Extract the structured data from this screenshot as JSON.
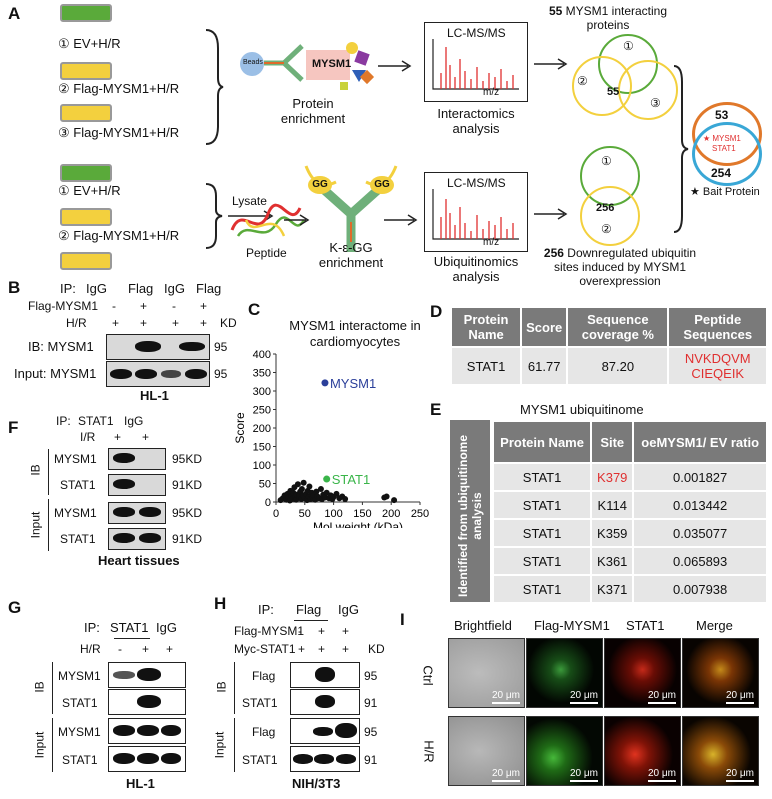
{
  "panelA": {
    "label": "A",
    "conditions_top": [
      "① EV+H/R",
      "② Flag-MYSM1+H/R",
      "③ Flag-MYSM1+H/R"
    ],
    "conditions_bottom": [
      "① EV+H/R",
      "② Flag-MYSM1+H/R"
    ],
    "beads_label": "Beads",
    "mysm1_label": "MYSM1",
    "protein_enrichment": "Protein enrichment",
    "lcms": "LC-MS/MS",
    "mz": "m/z",
    "interactomics": "Interactomics analysis",
    "ubiquitinomics": "Ubiquitinomics analysis",
    "venn_top_title_num": "55",
    "venn_top_title_text": "MYSM1 interacting proteins",
    "venn_top_center": "55",
    "venn_labels": [
      "①",
      "②",
      "③"
    ],
    "lysate": "Lysate",
    "peptide": "Peptide",
    "gg": "GG",
    "kegg": "K-ε-GG enrichment",
    "venn_bottom_center": "256",
    "venn_bottom_caption_num": "256",
    "venn_bottom_caption_text": "Downregulated ubiquitin sites induced by MYSM1 overexpression",
    "final_venn_top": "53",
    "final_venn_mid1": "★ MYSM1",
    "final_venn_mid2": "STAT1",
    "final_venn_bottom": "254",
    "bait_note": "★ Bait Protein",
    "colors": {
      "green": "#5aaa3a",
      "yellow": "#f3d03e",
      "orange": "#e0782a",
      "blue": "#39a7d6",
      "red": "#e03030"
    }
  },
  "panelB": {
    "label": "B",
    "ip_label": "IP:",
    "ip_cols": [
      "IgG",
      "Flag",
      "IgG",
      "Flag"
    ],
    "row1_label": "Flag-MYSM1",
    "row1_vals": [
      "-",
      "+",
      "-",
      "+"
    ],
    "row2_label": "H/R",
    "row2_vals": [
      "+",
      "+",
      "+",
      "+"
    ],
    "kd": "KD",
    "ib_label": "IB: MYSM1",
    "ib_kd": "95",
    "input_label": "Input: MYSM1",
    "input_kd": "95",
    "cell": "HL-1"
  },
  "panelC": {
    "label": "C",
    "title1": "MYSM1 interactome in",
    "title2": "cardiomyocytes",
    "ylabel": "Score",
    "xlabel": "Mol.weight (kDa)",
    "mysm1_label": "MYSM1",
    "stat1_label": "STAT1"
  },
  "chart_data": {
    "type": "scatter",
    "title": "MYSM1 interactome in cardiomyocytes",
    "xlabel": "Mol.weight (kDa)",
    "ylabel": "Score",
    "xlim": [
      0,
      250
    ],
    "ylim": [
      0,
      400
    ],
    "xticks": [
      0,
      50,
      100,
      150,
      200,
      250
    ],
    "yticks": [
      0,
      50,
      100,
      150,
      200,
      250,
      300,
      350,
      400
    ],
    "highlight": [
      {
        "name": "MYSM1",
        "x": 85,
        "y": 322,
        "color": "#2b3f9a"
      },
      {
        "name": "STAT1",
        "x": 88,
        "y": 62,
        "color": "#3ab54a"
      }
    ],
    "points": [
      [
        8,
        5
      ],
      [
        12,
        10
      ],
      [
        15,
        18
      ],
      [
        18,
        6
      ],
      [
        20,
        22
      ],
      [
        22,
        12
      ],
      [
        24,
        4
      ],
      [
        25,
        30
      ],
      [
        27,
        15
      ],
      [
        28,
        8
      ],
      [
        30,
        25
      ],
      [
        32,
        40
      ],
      [
        33,
        12
      ],
      [
        35,
        6
      ],
      [
        36,
        20
      ],
      [
        38,
        48
      ],
      [
        40,
        15
      ],
      [
        42,
        28
      ],
      [
        44,
        8
      ],
      [
        45,
        35
      ],
      [
        47,
        18
      ],
      [
        48,
        52
      ],
      [
        50,
        10
      ],
      [
        52,
        22
      ],
      [
        54,
        5
      ],
      [
        55,
        30
      ],
      [
        57,
        14
      ],
      [
        58,
        42
      ],
      [
        60,
        8
      ],
      [
        62,
        25
      ],
      [
        64,
        12
      ],
      [
        65,
        18
      ],
      [
        68,
        6
      ],
      [
        70,
        28
      ],
      [
        72,
        15
      ],
      [
        75,
        10
      ],
      [
        78,
        35
      ],
      [
        80,
        8
      ],
      [
        82,
        20
      ],
      [
        85,
        12
      ],
      [
        88,
        25
      ],
      [
        92,
        10
      ],
      [
        95,
        18
      ],
      [
        98,
        8
      ],
      [
        100,
        14
      ],
      [
        105,
        22
      ],
      [
        110,
        10
      ],
      [
        115,
        15
      ],
      [
        120,
        8
      ],
      [
        188,
        12
      ],
      [
        192,
        15
      ],
      [
        205,
        5
      ]
    ]
  },
  "panelD": {
    "label": "D",
    "headers": [
      "Protein Name",
      "Score",
      "Sequence coverage %",
      "Peptide Sequences"
    ],
    "row": [
      "STAT1",
      "61.77",
      "87.20"
    ],
    "peptides": [
      "NVKDQVM",
      "CIEQEIK"
    ]
  },
  "panelE": {
    "label": "E",
    "title": "MYSM1 ubiquitinome",
    "side_label": "Identified from ubiquitinome analysis",
    "headers": [
      "Protein Name",
      "Site",
      "oeMYSM1/ EV ratio"
    ],
    "rows": [
      [
        "STAT1",
        "K379",
        "0.001827"
      ],
      [
        "STAT1",
        "K114",
        "0.013442"
      ],
      [
        "STAT1",
        "K359",
        "0.035077"
      ],
      [
        "STAT1",
        "K361",
        "0.065893"
      ],
      [
        "STAT1",
        "K371",
        "0.007938"
      ]
    ]
  },
  "panelF": {
    "label": "F",
    "ip_label": "IP:",
    "ip_cols": [
      "STAT1",
      "IgG"
    ],
    "ir_label": "I/R",
    "ir_vals": [
      "+",
      "+"
    ],
    "ib": "IB",
    "input": "Input",
    "rows": [
      "MYSM1",
      "STAT1",
      "MYSM1",
      "STAT1"
    ],
    "kds": [
      "95KD",
      "91KD",
      "95KD",
      "91KD"
    ],
    "caption": "Heart tissues"
  },
  "panelG": {
    "label": "G",
    "ip_label": "IP:",
    "ip_cols": [
      "STAT1",
      "IgG"
    ],
    "hr_label": "H/R",
    "hr_vals": [
      "-",
      "+",
      "+"
    ],
    "ib": "IB",
    "input": "Input",
    "rows": [
      "MYSM1",
      "STAT1",
      "MYSM1",
      "STAT1"
    ],
    "caption": "HL-1"
  },
  "panelH": {
    "label": "H",
    "ip_label": "IP:",
    "ip_cols": [
      "Flag",
      "IgG"
    ],
    "r1_label": "Flag-MYSM1",
    "r1_vals": [
      "-",
      "+",
      "+"
    ],
    "r2_label": "Myc-STAT1",
    "r2_vals": [
      "+",
      "+",
      "+"
    ],
    "kd": "KD",
    "ib": "IB",
    "input": "Input",
    "rows": [
      "Flag",
      "STAT1",
      "Flag",
      "STAT1"
    ],
    "kds": [
      "95",
      "91",
      "95",
      "91"
    ],
    "caption": "NIH/3T3"
  },
  "panelI": {
    "label": "I",
    "cols": [
      "Brightfield",
      "Flag-MYSM1",
      "STAT1",
      "Merge"
    ],
    "rows": [
      "Ctrl",
      "H/R"
    ],
    "scale": "20 μm"
  }
}
